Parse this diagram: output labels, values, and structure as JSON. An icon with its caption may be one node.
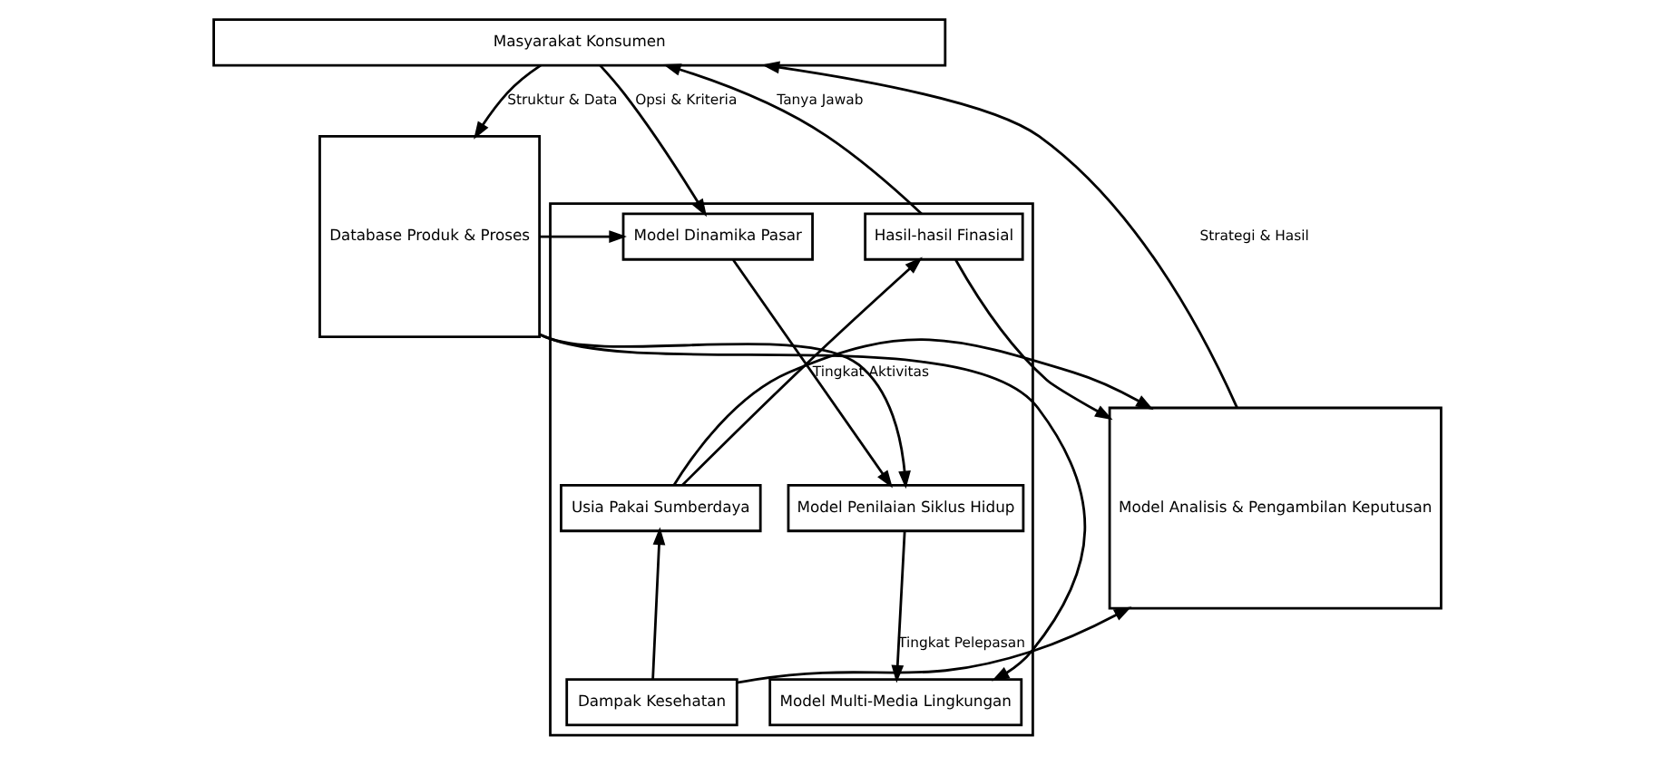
{
  "diagram": {
    "nodes": [
      {
        "text": [
          "Masyarakat Konsumen"
        ]
      },
      {
        "text": [
          "Database Produk & Proses"
        ]
      },
      {
        "text": [],
        "shape": "box"
      },
      {
        "text": [
          "Model Dinamika Pasar"
        ],
        "in": 2
      },
      {
        "text": [
          "Model Penilaian Siklus Hidup"
        ],
        "in": 2
      },
      {
        "text": [
          "Model Multi-Media Lingkungan"
        ],
        "in": 2
      },
      {
        "text": [
          "Hasil-hasil Finasial"
        ],
        "in": 2
      },
      {
        "text": [
          "Usia Pakai Sumberdaya"
        ],
        "in": 2
      },
      {
        "text": [
          "Dampak Kesehatan"
        ],
        "in": 2
      },
      {
        "text": [
          "Model Analisis & Pengambilan Keputusan"
        ]
      }
    ],
    "edges": [
      {
        "from": 0,
        "to": 1,
        "arrow": "to",
        "label": "Struktur & Data"
      },
      {
        "from": 0,
        "to": 3,
        "arrow": "to",
        "label": "Opsi & Kriteria"
      },
      {
        "from": 6,
        "to": 0,
        "arrow": "to",
        "label": "Tanya Jawab"
      },
      {
        "from": 9,
        "to": 0,
        "arrow": "to",
        "label": "Strategi & Hasil"
      },
      {
        "from": 1,
        "to": 3,
        "arrow": "to"
      },
      {
        "from": 1,
        "to": 4,
        "arrow": "to"
      },
      {
        "from": 1,
        "to": 5,
        "arrow": "to"
      },
      {
        "from": 3,
        "to": 4,
        "arrow": "to",
        "label": "Tingkat Aktivitas"
      },
      {
        "from": 4,
        "to": 5,
        "arrow": "to",
        "label": "Tingkat Pelepasan"
      },
      {
        "from": 8,
        "to": 7,
        "arrow": "to"
      },
      {
        "from": 7,
        "to": 6,
        "arrow": "to"
      },
      {
        "from": 6,
        "to": 9,
        "arrow": "to"
      },
      {
        "from": 7,
        "to": 9,
        "arrow": "to"
      },
      {
        "from": 8,
        "to": 9,
        "arrow": "to"
      }
    ]
  }
}
